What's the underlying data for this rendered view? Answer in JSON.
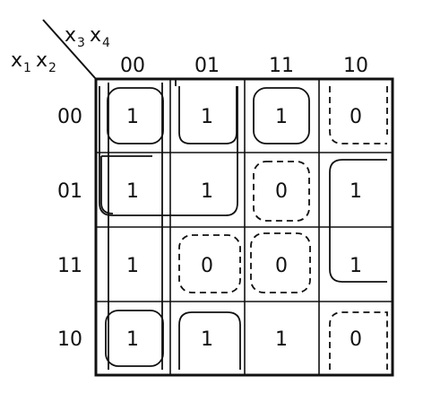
{
  "row_variables": [
    "x",
    "1",
    "x",
    "2"
  ],
  "col_variables": [
    "x",
    "3",
    "x",
    "4"
  ],
  "col_headers": [
    "00",
    "01",
    "11",
    "10"
  ],
  "row_headers": [
    "00",
    "01",
    "11",
    "10"
  ],
  "cells": [
    [
      "1",
      "1",
      "1",
      "0"
    ],
    [
      "1",
      "1",
      "0",
      "1"
    ],
    [
      "1",
      "0",
      "0",
      "1"
    ],
    [
      "1",
      "1",
      "1",
      "0"
    ]
  ]
}
